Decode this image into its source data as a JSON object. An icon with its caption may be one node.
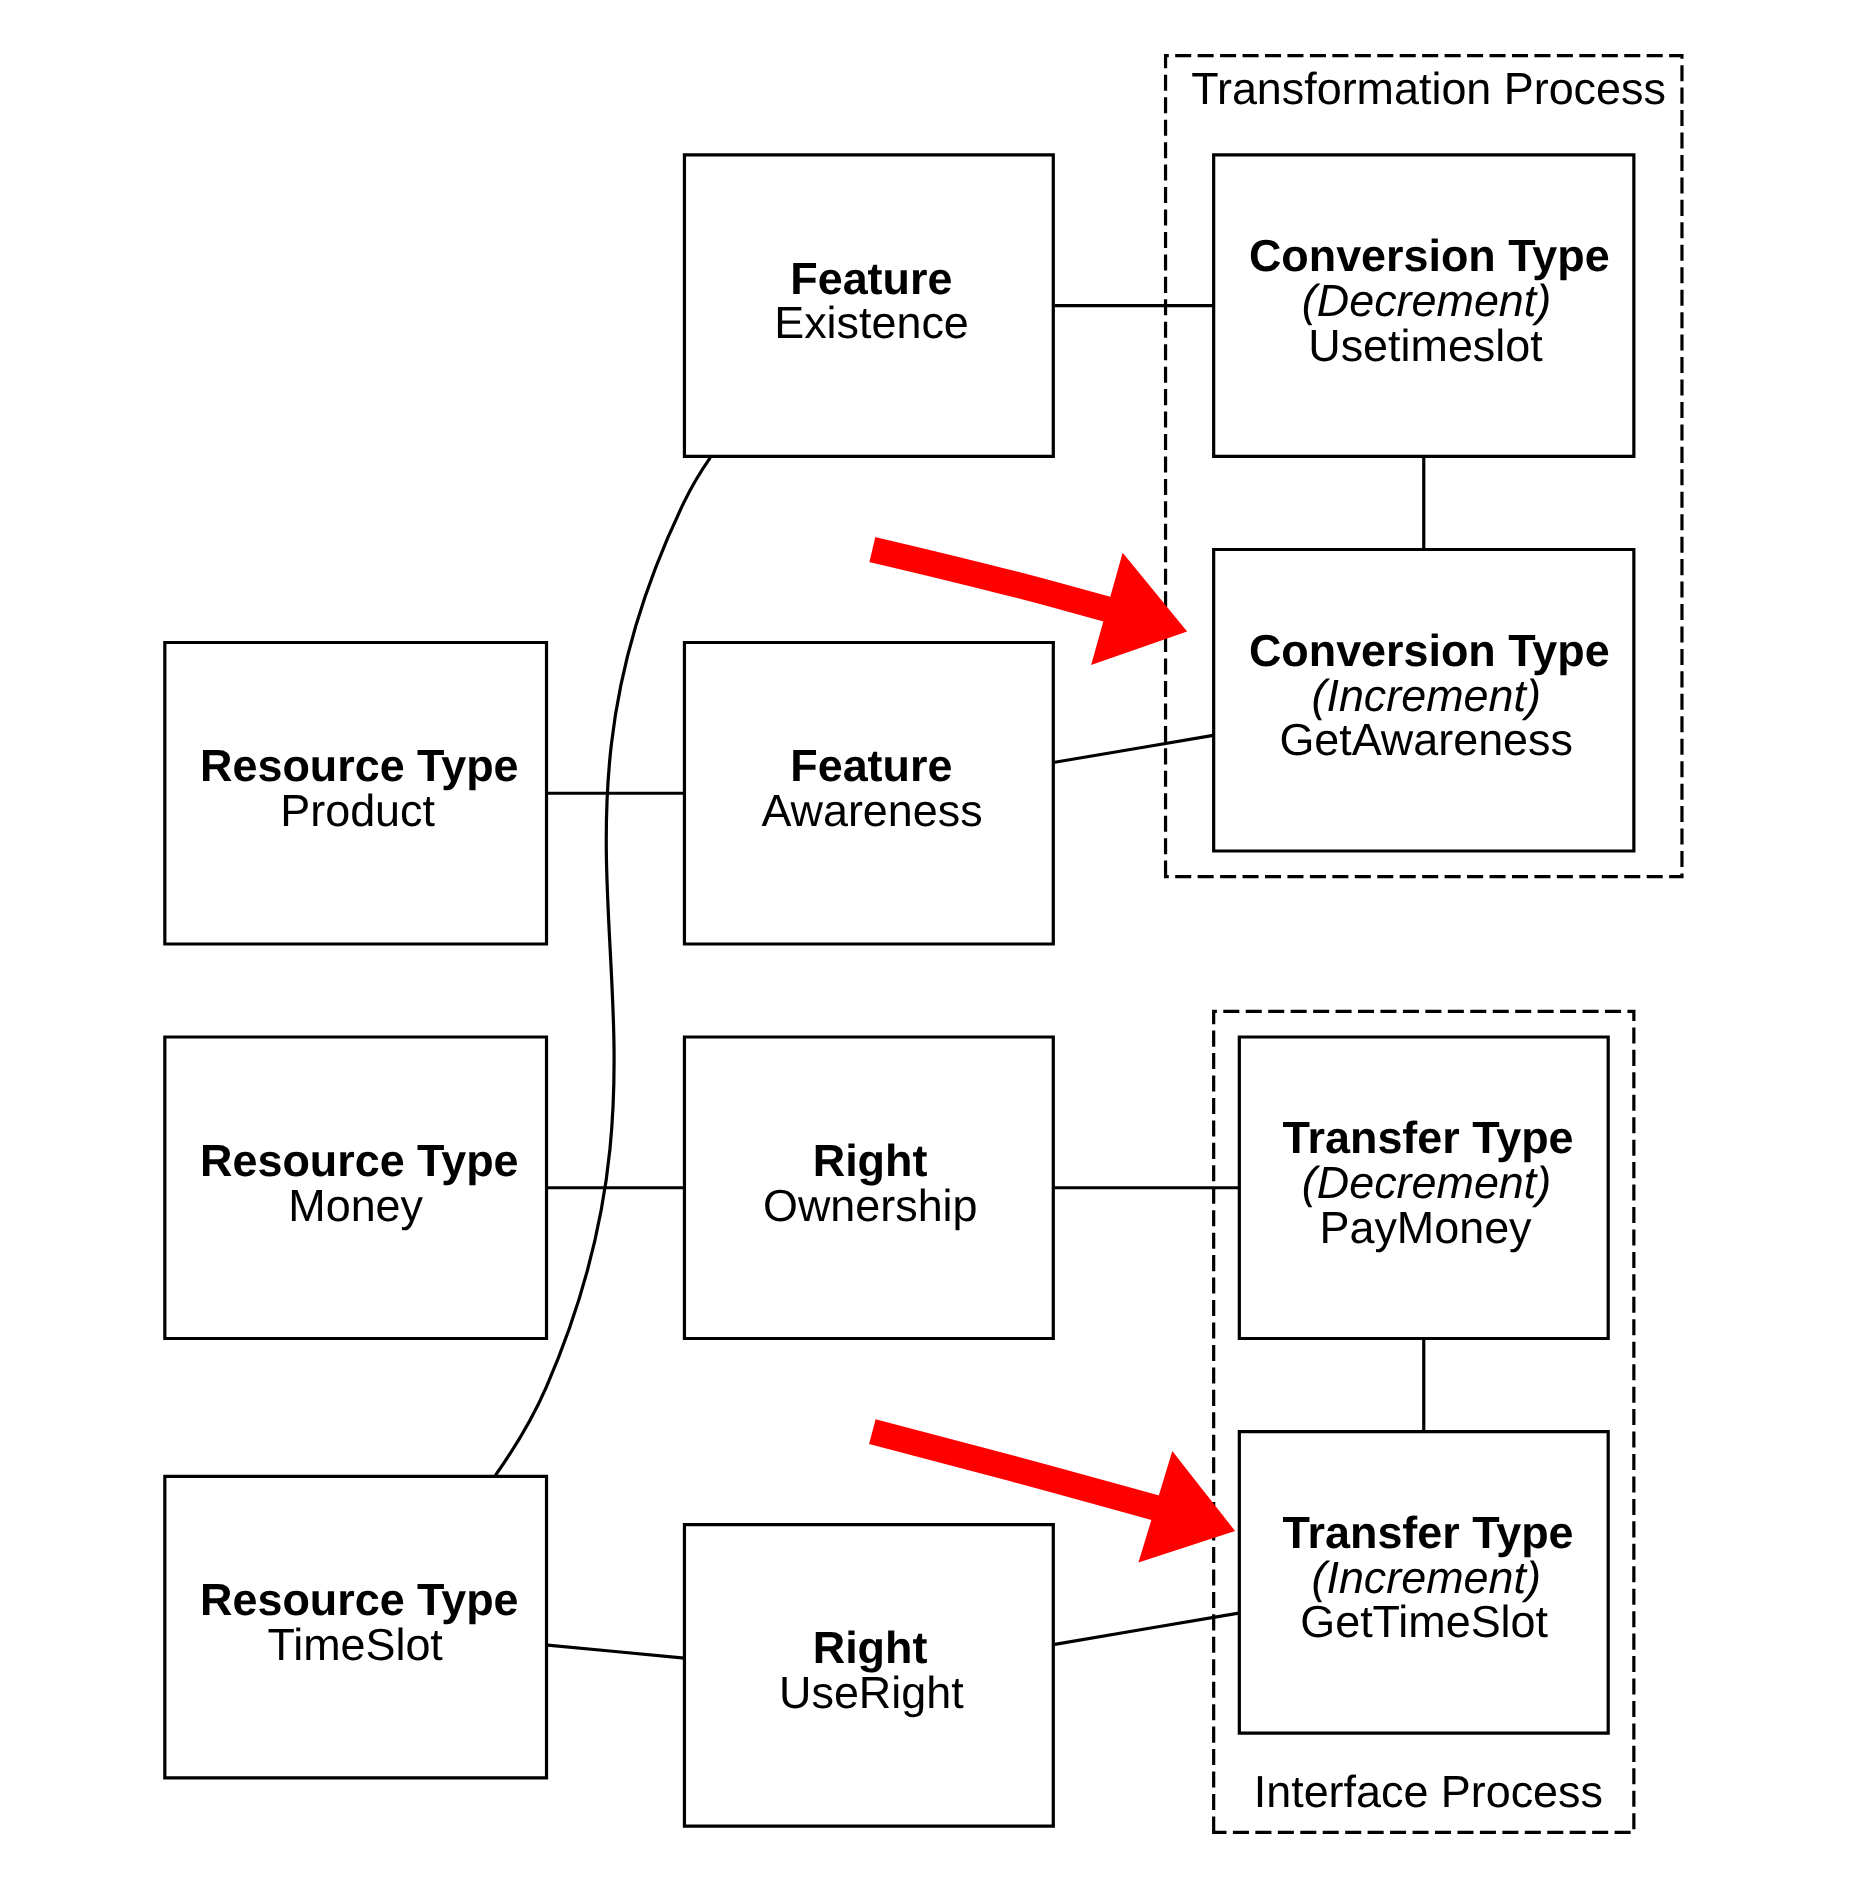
{
  "diagram": {
    "nodes": [
      {
        "text": [
          "Resource Type",
          "Product"
        ]
      },
      {
        "text": [
          "Feature",
          "Awareness"
        ]
      },
      {
        "text": [
          "Transformation Process"
        ]
      },
      {
        "text": [
          "Conversion Type",
          "(Increment)",
          "GetAwareness"
        ],
        "in": 2
      },
      {
        "text": [
          "Feature",
          "Existence"
        ]
      },
      {
        "text": [
          "Conversion Type",
          "(Decrement)",
          "Usetimeslot"
        ],
        "in": 2
      },
      {
        "text": [
          "Resource Type",
          "TimeSlot"
        ]
      },
      {
        "text": [
          "Right",
          "UseRight"
        ]
      },
      {
        "text": [
          "Interface Process"
        ]
      },
      {
        "text": [
          "Transfer Type",
          "(Increment)",
          "GetTimeSlot"
        ],
        "in": 8
      },
      {
        "text": [
          "Transfer Type",
          "(Decrement)",
          "PayMoney"
        ],
        "in": 8
      },
      {
        "text": [
          "Resource Type",
          "Money"
        ]
      },
      {
        "text": [
          "Right",
          "Ownership"
        ]
      }
    ],
    "edges": [
      {
        "from": 0,
        "to": 1,
        "arrow": "none"
      },
      {
        "from": 1,
        "to": 3,
        "arrow": "none"
      },
      {
        "from": 3,
        "to": 5,
        "arrow": "none"
      },
      {
        "from": 4,
        "to": 5,
        "arrow": "none"
      },
      {
        "from": 6,
        "to": 4,
        "arrow": "none"
      },
      {
        "from": 6,
        "to": 7,
        "arrow": "none"
      },
      {
        "from": 7,
        "to": 9,
        "arrow": "none"
      },
      {
        "from": 9,
        "to": 10,
        "arrow": "none"
      },
      {
        "from": 11,
        "to": 12,
        "arrow": "none"
      },
      {
        "from": 12,
        "to": 10,
        "arrow": "none"
      },
      {
        "from": null,
        "to": 2,
        "arrow": "to",
        "style": "thick",
        "color": "#ff0000"
      },
      {
        "from": null,
        "to": 8,
        "arrow": "to",
        "style": "thick",
        "color": "#ff0000"
      }
    ]
  }
}
